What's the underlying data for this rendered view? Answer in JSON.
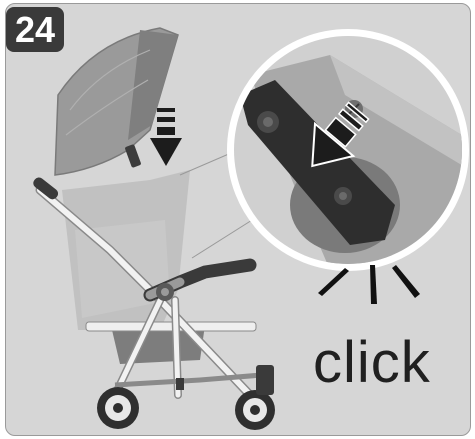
{
  "step": {
    "number": "24"
  },
  "instruction": {
    "action_text": "click"
  },
  "colors": {
    "background": "#d6d6d6",
    "badge": "#3a3a3a",
    "arrow": "#1c1c1c",
    "canopy": "#8f8f8f",
    "seat": "#b5b5b5",
    "frame": "#ececec",
    "zoom_circle": "#ffffff",
    "handle": "#4a4a4a"
  },
  "icons": [
    "push-down-arrow-icon",
    "insert-arrow-icon",
    "click-burst-icon",
    "stroller-illustration",
    "zoom-detail-circle"
  ]
}
